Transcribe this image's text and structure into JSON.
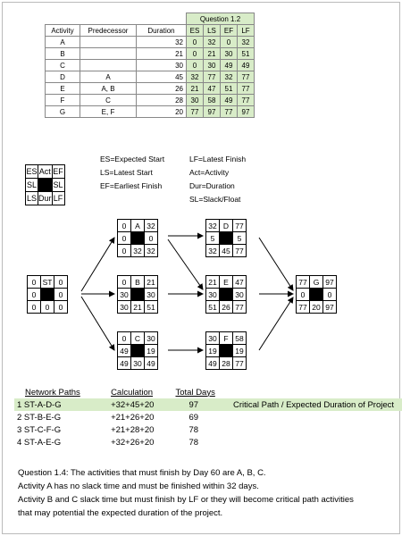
{
  "table": {
    "question": "Question 1.2",
    "headers": [
      "Activity",
      "Predecessor",
      "Duration",
      "ES",
      "LS",
      "EF",
      "LF"
    ],
    "rows": [
      [
        "A",
        "",
        "32",
        "0",
        "32",
        "0",
        "32"
      ],
      [
        "B",
        "",
        "21",
        "0",
        "21",
        "30",
        "51"
      ],
      [
        "C",
        "",
        "30",
        "0",
        "30",
        "49",
        "49"
      ],
      [
        "D",
        "A",
        "45",
        "32",
        "77",
        "32",
        "77"
      ],
      [
        "E",
        "A, B",
        "26",
        "21",
        "47",
        "51",
        "77"
      ],
      [
        "F",
        "C",
        "28",
        "30",
        "58",
        "49",
        "77"
      ],
      [
        "G",
        "E, F",
        "20",
        "77",
        "97",
        "77",
        "97"
      ]
    ]
  },
  "legend": {
    "grid": [
      "ES",
      "Act",
      "EF",
      "SL",
      "",
      "SL",
      "LS",
      "Dur",
      "LF"
    ],
    "col1": [
      "ES=Expected Start",
      "LS=Latest Start",
      "EF=Earliest Finish"
    ],
    "col2": [
      "LF=Latest Finish",
      "Act=Activity",
      "Dur=Duration",
      "SL=Slack/Float"
    ]
  },
  "nodes": {
    "st": [
      "0",
      "ST",
      "0",
      "0",
      "",
      "0",
      "0",
      "0",
      "0"
    ],
    "a": [
      "0",
      "A",
      "32",
      "0",
      "",
      "0",
      "0",
      "32",
      "32"
    ],
    "b": [
      "0",
      "B",
      "21",
      "30",
      "",
      "30",
      "30",
      "21",
      "51"
    ],
    "c": [
      "0",
      "C",
      "30",
      "49",
      "",
      "19",
      "49",
      "30",
      "49"
    ],
    "d": [
      "32",
      "D",
      "77",
      "5",
      "",
      "5",
      "32",
      "45",
      "77"
    ],
    "e": [
      "21",
      "E",
      "47",
      "30",
      "",
      "30",
      "51",
      "26",
      "77"
    ],
    "f": [
      "30",
      "F",
      "58",
      "19",
      "",
      "19",
      "49",
      "28",
      "77"
    ],
    "g": [
      "77",
      "G",
      "97",
      "0",
      "",
      "0",
      "77",
      "20",
      "97"
    ]
  },
  "paths": {
    "headers": [
      "Network Paths",
      "Calculation",
      "Total Days"
    ],
    "rows": [
      {
        "path": "1 ST-A-D-G",
        "calc": "+32+45+20",
        "total": "97",
        "note": "Critical Path / Expected Duration of Project"
      },
      {
        "path": "2 ST-B-E-G",
        "calc": "+21+26+20",
        "total": "69",
        "note": ""
      },
      {
        "path": "3 ST-C-F-G",
        "calc": "+21+28+20",
        "total": "78",
        "note": ""
      },
      {
        "path": "4 ST-A-E-G",
        "calc": "+32+26+20",
        "total": "78",
        "note": ""
      }
    ]
  },
  "question14": [
    "Question 1.4:  The activities that must finish by Day 60 are A, B, C.",
    "Activity A has no slack time and must be finished within 32 days.",
    "Activity B and C slack time but must finish by LF or they will become critical path activities",
    "that may potential the expected duration of the project."
  ]
}
